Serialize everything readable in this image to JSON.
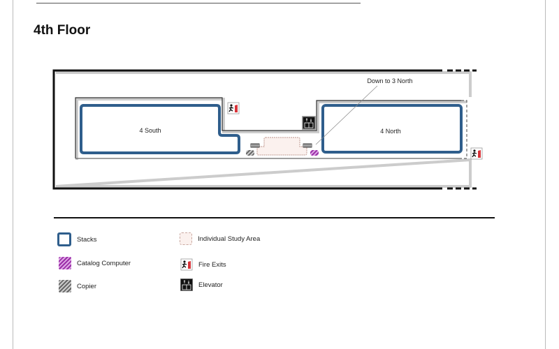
{
  "title": "4th Floor",
  "map": {
    "areas": [
      {
        "label": "4 South",
        "type": "stacks"
      },
      {
        "label": "4 North",
        "type": "stacks"
      }
    ],
    "callout": "Down to 3 North",
    "colors": {
      "stacks": "#2f5e8c",
      "catalog": "#9a2fa8",
      "copier": "#777777",
      "fire": "#d9343a",
      "study": "#c9a8a0"
    }
  },
  "legend": [
    {
      "label": "Stacks",
      "icon": "stacks-swatch"
    },
    {
      "label": "Catalog Computer",
      "icon": "catalog-computer-swatch"
    },
    {
      "label": "Copier",
      "icon": "copier-swatch"
    },
    {
      "label": "Individual Study Area",
      "icon": "study-area-swatch"
    },
    {
      "label": "Fire Exits",
      "icon": "fire-exit-icon"
    },
    {
      "label": "Elevator",
      "icon": "elevator-icon"
    }
  ]
}
